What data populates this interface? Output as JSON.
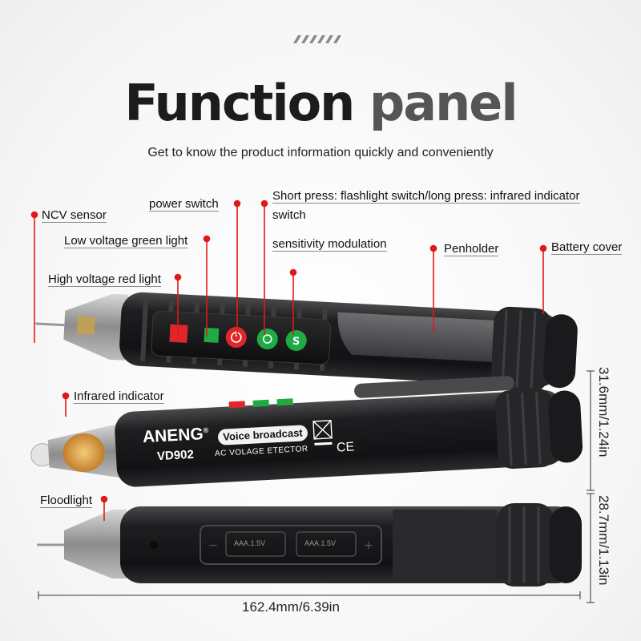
{
  "heading": {
    "title_part1": "Function",
    "title_part2": "panel",
    "subtitle": "Get to know the product information quickly and conveniently"
  },
  "callouts": {
    "ncv_sensor": "NCV sensor",
    "power_switch": "power switch",
    "short_press_line1": "Short press: flashlight switch/long press: infrared indicator",
    "short_press_line2": "switch",
    "low_voltage_green": "Low voltage green light",
    "sensitivity": "sensitivity modulation",
    "penholder": "Penholder",
    "battery_cover": "Battery cover",
    "high_voltage_red": "High voltage red light",
    "infrared_indicator": "Infrared indicator",
    "floodlight": "Floodlight"
  },
  "product": {
    "brand": "ANENG",
    "registered_mark": "®",
    "model": "VD902",
    "badge": "Voice broadcast",
    "type_text": "AC VOLAGE ETECTOR",
    "ce_mark": "CE",
    "battery_left": "AAA.1.5V",
    "battery_right": "AAA.1.5V"
  },
  "dimensions": {
    "length": "162.4mm/6.39in",
    "height_top": "31.6mm/1.24in",
    "height_bottom": "28.7mm/1.13in"
  },
  "colors": {
    "callout_red": "#e01818",
    "led_red": "#e0262a",
    "led_green": "#1faa44",
    "pen_body": "#1d1d1f"
  }
}
